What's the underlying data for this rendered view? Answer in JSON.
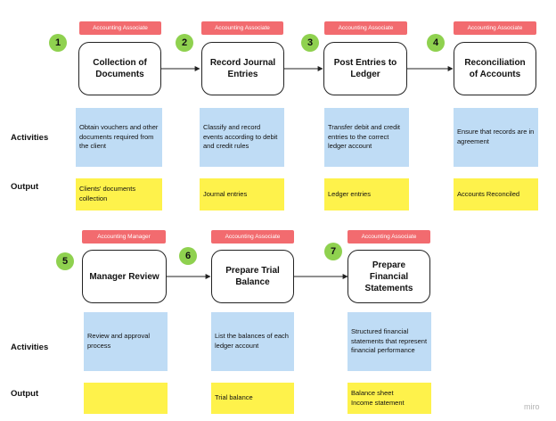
{
  "row_labels": {
    "activities_1": "Activities",
    "output_1": "Output",
    "activities_2": "Activities",
    "output_2": "Output"
  },
  "steps": [
    {
      "number": "1",
      "role": "Accounting Associate",
      "title": "Collection of Documents",
      "activity": "Obtain vouchers and other documents required from the client",
      "output": "Clients' documents collection"
    },
    {
      "number": "2",
      "role": "Accounting Associate",
      "title": "Record Journal Entries",
      "activity": "Classify and record events according to debit and credit rules",
      "output": "Journal entries"
    },
    {
      "number": "3",
      "role": "Accounting Associate",
      "title": "Post Entries to Ledger",
      "activity": "Transfer debit and credit entries to the correct ledger account",
      "output": "Ledger entries"
    },
    {
      "number": "4",
      "role": "Accounting Associate",
      "title": "Reconciliation of Accounts",
      "activity": "Ensure that records are in agreement",
      "output": "Accounts Reconciled"
    },
    {
      "number": "5",
      "role": "Accounting Manager",
      "title": "Manager Review",
      "activity": "Review and approval process",
      "output": ""
    },
    {
      "number": "6",
      "role": "Accounting Associate",
      "title": "Prepare Trial Balance",
      "activity": "List the balances of each ledger account",
      "output": "Trial balance"
    },
    {
      "number": "7",
      "role": "Accounting Associate",
      "title": "Prepare Financial Statements",
      "activity": "Structured financial statements that represent financial performance",
      "output": "Balance sheet\nIncome statement"
    }
  ],
  "brand": "miro",
  "colors": {
    "role_tag": "#f26b6f",
    "badge": "#8fd14f",
    "activity_note": "#bfdcf5",
    "output_note": "#fef24b"
  }
}
